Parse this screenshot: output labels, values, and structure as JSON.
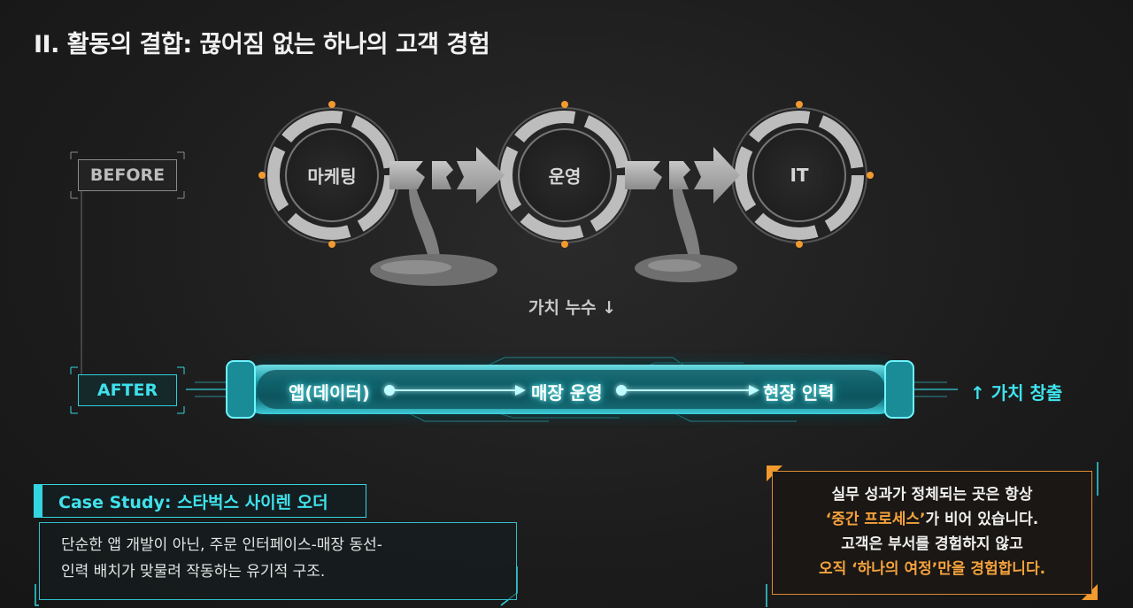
{
  "title": "II. 활동의 결합: 끊어짐 없는 하나의 고객 경험",
  "before": {
    "tag": "BEFORE",
    "nodes": [
      "마케팅",
      "운영",
      "IT"
    ],
    "leak_label": "가치 누수 ↓"
  },
  "after": {
    "tag": "AFTER",
    "steps": [
      "앱(데이터)",
      "매장 운영",
      "현장 인력"
    ],
    "result_label": "↑ 가치 창출"
  },
  "case_study": {
    "heading": "Case Study: 스타벅스 사이렌 오더",
    "line1": "단순한 앱 개발이 아닌, 주문 인터페이스-매장 동선-",
    "line2": "인력 배치가 맞물려 작동하는 유기적 구조."
  },
  "quote": {
    "line1": "실무 성과가 정체되는 곳은 항상",
    "line2_hl": "‘중간 프로세스’",
    "line2_rest": "가 비어 있습니다.",
    "line3": "고객은 부서를 경험하지 않고",
    "line4_hl": "오직 ‘하나의 여정’",
    "line4_rest": "만을 경험합니다."
  },
  "colors": {
    "cyan": "#33d6e0",
    "orange": "#e08a30",
    "gray": "#9a9a9a"
  }
}
